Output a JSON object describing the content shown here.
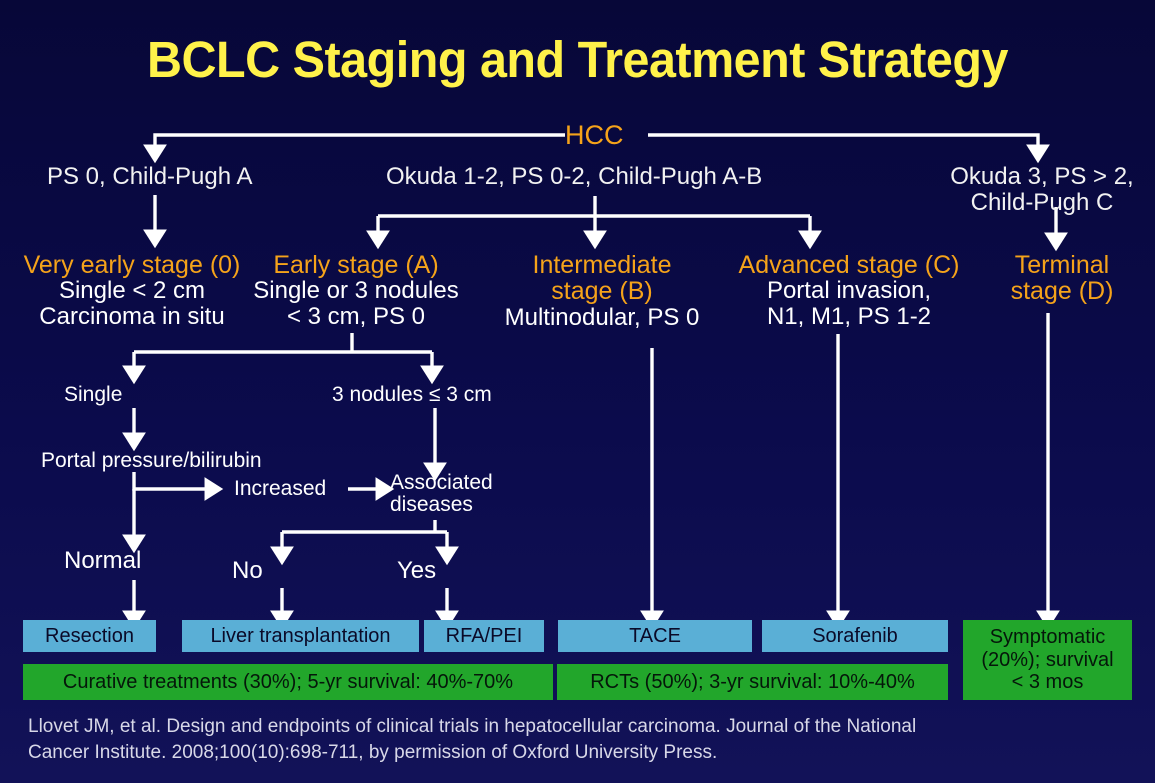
{
  "title": "BCLC Staging and Treatment Strategy",
  "root": {
    "label": "HCC"
  },
  "criteria": [
    {
      "id": "left",
      "text": "PS 0, Child-Pugh A"
    },
    {
      "id": "middle",
      "text": "Okuda 1-2, PS 0-2, Child-Pugh A-B"
    },
    {
      "id": "right_line1",
      "text": "Okuda 3, PS > 2,"
    },
    {
      "id": "right_line2",
      "text": "Child-Pugh C"
    }
  ],
  "stages": [
    {
      "label": "Very early stage (0)",
      "desc_lines": [
        "Single < 2 cm",
        "Carcinoma in situ"
      ]
    },
    {
      "label": "Early stage (A)",
      "desc_lines": [
        "Single or 3 nodules",
        "< 3 cm, PS 0"
      ]
    },
    {
      "label_lines": [
        "Intermediate",
        "stage (B)"
      ],
      "desc_lines": [
        "Multinodular, PS 0"
      ]
    },
    {
      "label": "Advanced stage (C)",
      "desc_lines": [
        "Portal invasion,",
        "N1, M1, PS 1-2"
      ]
    },
    {
      "label_lines": [
        "Terminal",
        "stage (D)"
      ],
      "desc_lines": []
    }
  ],
  "decision_nodes": {
    "single": "Single",
    "three_nodules": "3 nodules  ≤ 3 cm",
    "portal_pressure": "Portal pressure/bilirubin",
    "increased": "Increased",
    "associated_line1": "Associated",
    "associated_line2": "diseases",
    "normal": "Normal",
    "no": "No",
    "yes": "Yes"
  },
  "treatments": [
    {
      "name": "Resection"
    },
    {
      "name": "Liver transplantation"
    },
    {
      "name": "RFA/PEI"
    },
    {
      "name": "TACE"
    },
    {
      "name": "Sorafenib"
    }
  ],
  "outcomes": [
    {
      "text": "Curative treatments  (30%); 5-yr survival:  40%-70%"
    },
    {
      "text": "RCTs (50%); 3-yr survival:  10%-40%"
    }
  ],
  "symptomatic": {
    "line1": "Symptomatic",
    "line2": "(20%); survival",
    "line3": "< 3 mos"
  },
  "citation": {
    "line1": "Llovet JM, et al. Design and endpoints of clinical trials in hepatocellular  carcinoma. Journal of the National",
    "line2": "Cancer Institute.  2008;100(10):698-711, by permission of Oxford University Press."
  },
  "colors": {
    "background": "#090944",
    "title": "#FFF24A",
    "accent_orange": "#F5A31A",
    "text_white": "#FFFFFF",
    "treatment_box": "#5AAFD6",
    "outcome_box": "#22A62B",
    "connector": "#FFFFFF"
  }
}
